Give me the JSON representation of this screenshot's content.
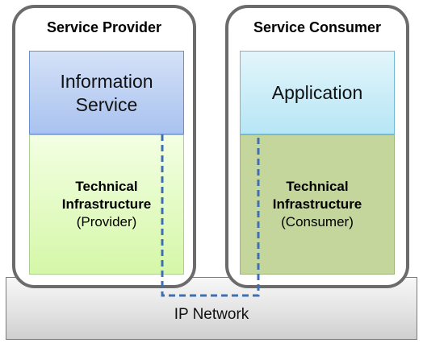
{
  "network": {
    "label": "IP Network"
  },
  "provider": {
    "title": "Service Provider",
    "top_line1": "Information",
    "top_line2": "Service",
    "infra_line1": "Technical",
    "infra_line2": "Infrastructure",
    "infra_line3": "(Provider)"
  },
  "consumer": {
    "title": "Service Consumer",
    "top_label": "Application",
    "infra_line1": "Technical",
    "infra_line2": "Infrastructure",
    "infra_line3": "(Consumer)"
  },
  "colors": {
    "frame": "#6b6b6b",
    "connection": "#3f6fb3",
    "info_service": "#a9c2ef",
    "application": "#b7e6f5",
    "provider_infra": "#d5f7a8",
    "consumer_infra": "#c4d69c"
  }
}
